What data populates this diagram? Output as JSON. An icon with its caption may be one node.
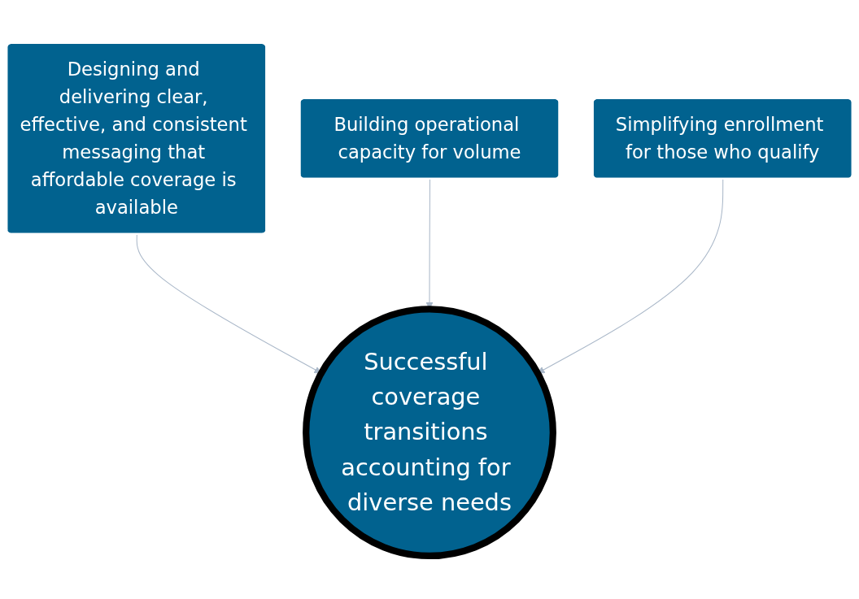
{
  "diagram": {
    "nodes": [
      {
        "text": [
          "Building operational capacity for volume"
        ]
      },
      {
        "text": [
          "Designing and delivering clear, effective, and consistent messaging that affordable coverage is available"
        ]
      },
      {
        "text": [
          "Simplifying enrollment for those who qualify"
        ]
      },
      {
        "text": [
          "Successful coverage transitions accounting for diverse needs"
        ]
      }
    ],
    "edges": [
      {
        "from": 1,
        "to": 3,
        "arrow": "to"
      },
      {
        "from": 0,
        "to": 3,
        "arrow": "to"
      },
      {
        "from": 2,
        "to": 3,
        "arrow": "to"
      }
    ]
  }
}
